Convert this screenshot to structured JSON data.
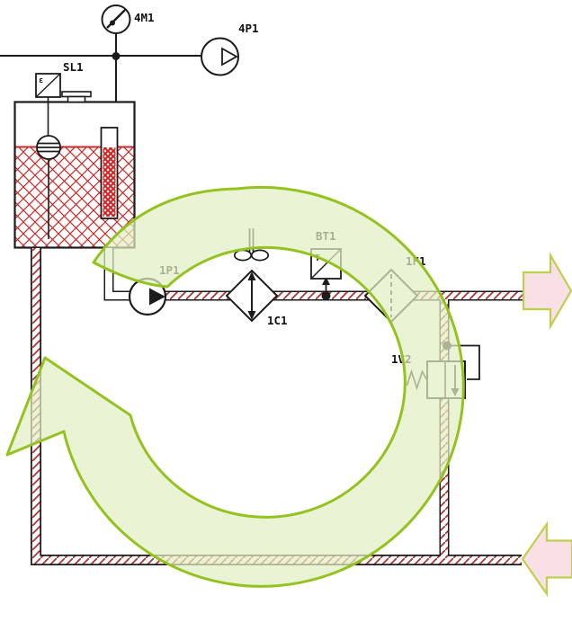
{
  "diagram": {
    "components": {
      "pressure_gauge": {
        "label": "4M1"
      },
      "air_source": {
        "label": "4P1"
      },
      "level_switch": {
        "label": "SL1",
        "symbol": "ε"
      },
      "pump": {
        "label": "1P1"
      },
      "cooler": {
        "label": "1C1"
      },
      "temperature_sensor": {
        "label": "BT1",
        "symbol": "T"
      },
      "filter": {
        "label": "1F1"
      },
      "relief_valve": {
        "label": "1V2"
      }
    },
    "flow_overlay": {
      "circulation_direction": "clockwise"
    },
    "ports": {
      "supply_arrow_direction": "right",
      "return_arrow_direction": "left"
    }
  },
  "colors": {
    "line": "#1c1c1c",
    "pipe_hatch": "#b23434",
    "tank_fluid_hatch": "#c52b2b",
    "strainer_fill": "#d42020",
    "circulation_arrow_stroke": "#94c21f",
    "circulation_arrow_fill": "#e2efc3",
    "port_arrow_fill": "#f8e0e6",
    "port_arrow_stroke": "#bdd04b"
  }
}
